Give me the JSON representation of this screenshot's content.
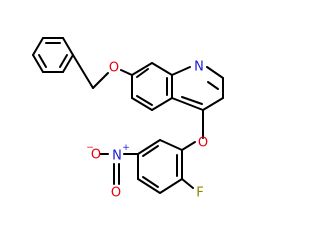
{
  "molecule": {
    "atoms": {
      "o_ether_top": "O",
      "n_ring": "N",
      "o_ether_mid": "O",
      "f": "F",
      "n_nitro": "N",
      "o_nitro_left": "O",
      "o_nitro_bottom": "O"
    },
    "charges": {
      "n_nitro": "+",
      "o_nitro_left": "−"
    },
    "colors": {
      "bond": "#000000",
      "oxygen": "#e8000b",
      "nitrogen": "#1a1adb",
      "fluorine": "#8a8a00"
    }
  }
}
